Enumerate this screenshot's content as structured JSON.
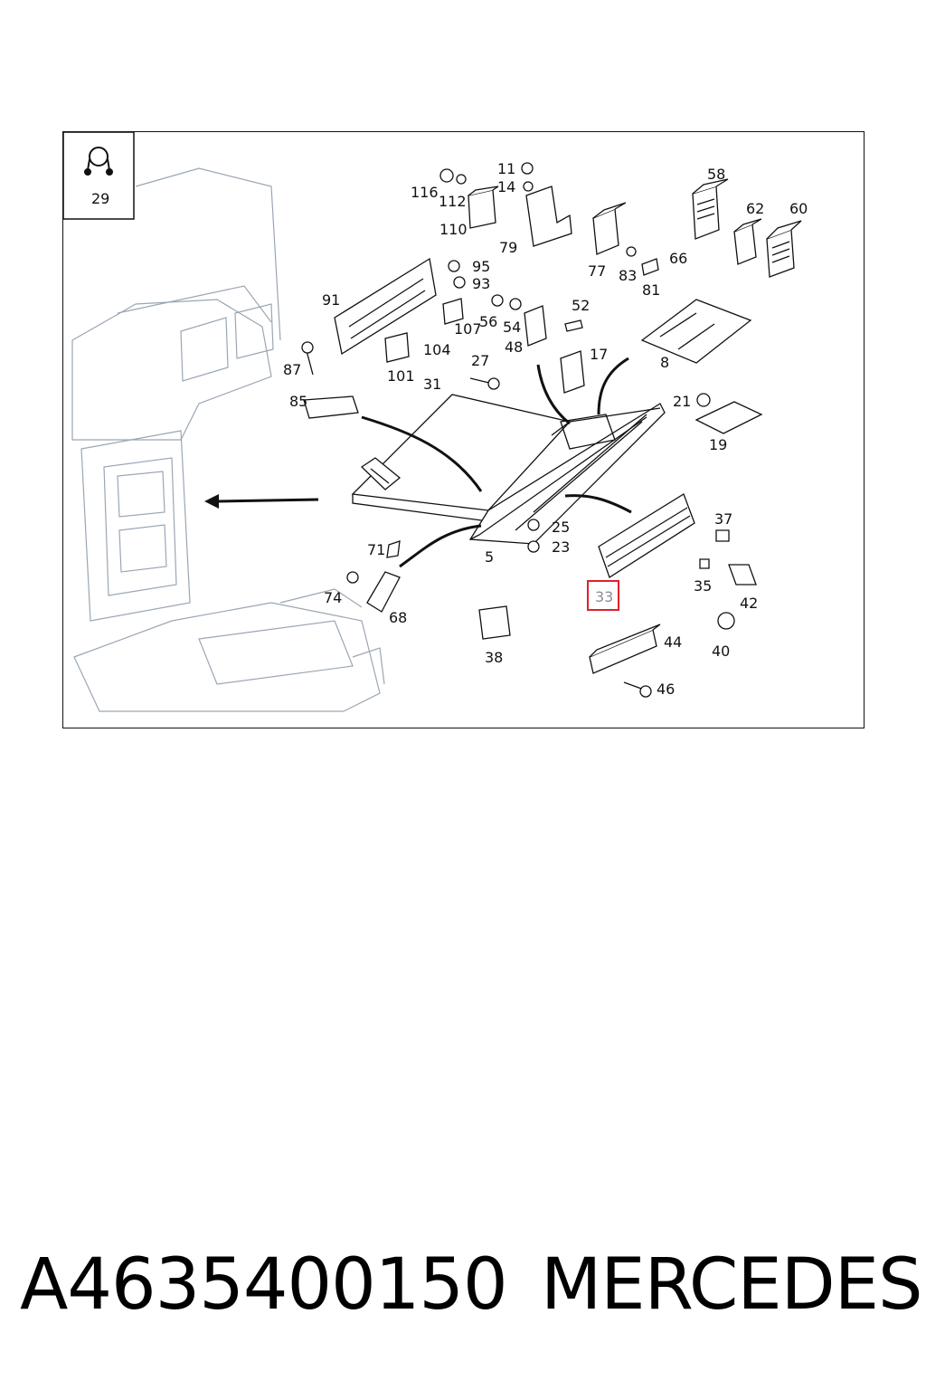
{
  "diagram": {
    "inset_label": "29",
    "highlight": {
      "label": "33",
      "color": "#e0202a"
    },
    "labels": [
      "116",
      "112",
      "11",
      "14",
      "110",
      "79",
      "58",
      "62",
      "60",
      "95",
      "93",
      "77",
      "83",
      "81",
      "66",
      "91",
      "107",
      "56",
      "54",
      "52",
      "104",
      "48",
      "17",
      "87",
      "101",
      "27",
      "31",
      "8",
      "85",
      "21",
      "19",
      "25",
      "23",
      "5",
      "71",
      "37",
      "74",
      "68",
      "35",
      "42",
      "38",
      "44",
      "40",
      "46"
    ]
  },
  "footer": {
    "part_number": "A4635400150",
    "brand": "MERCEDES"
  }
}
